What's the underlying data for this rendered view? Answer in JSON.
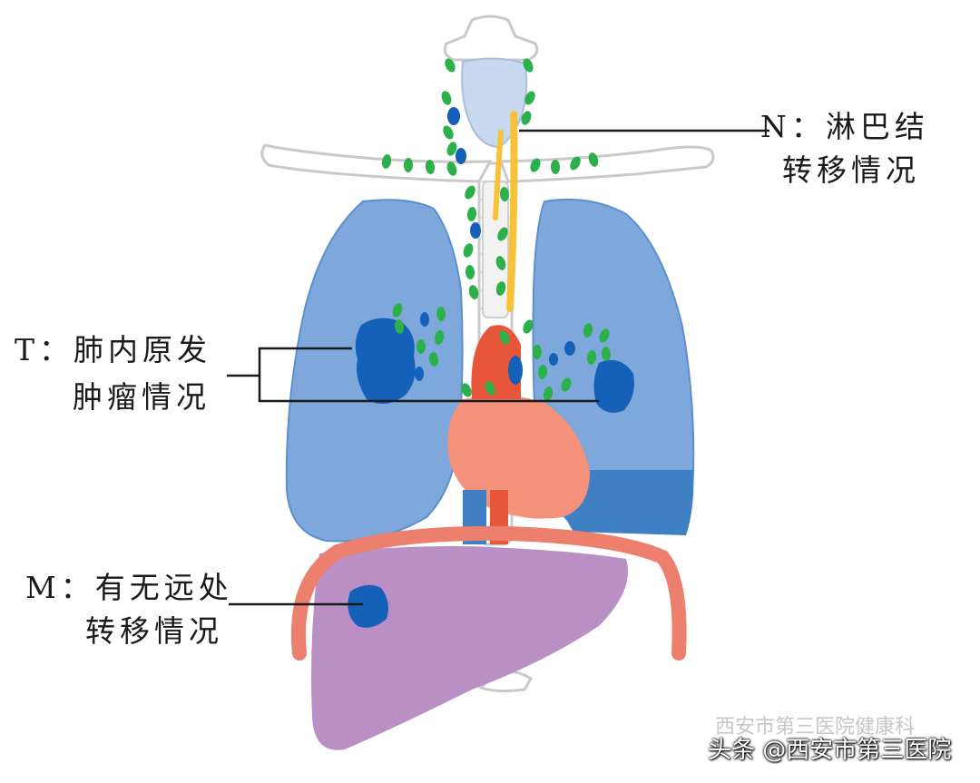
{
  "labels": {
    "n_line1": "N：淋巴结",
    "n_line2": "转移情况",
    "t_line1": "T：肺内原发",
    "t_line2": "肿瘤情况",
    "m_line1": "M：有无远处",
    "m_line2": "转移情况"
  },
  "watermark": {
    "text": "头条 @西安市第三医院",
    "faint_text": "西安市第三医院健康科"
  },
  "colors": {
    "lung": "#7ea8dc",
    "lung_dark": "#3f7fc4",
    "tumor": "#1560b8",
    "lymph_node": "#2bb04a",
    "heart": "#f4917a",
    "aorta": "#e8563a",
    "liver": "#b98fc4",
    "diaphragm": "#ec7f6d",
    "nerve": "#f7c23a"
  }
}
